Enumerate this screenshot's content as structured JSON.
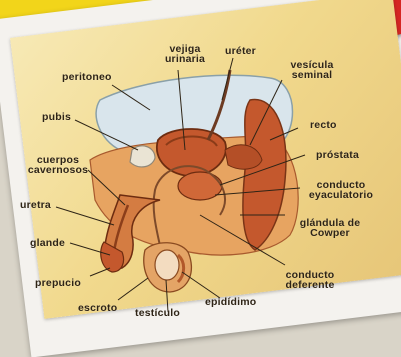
{
  "labels": {
    "vejiga": "vejiga urinaria",
    "ureter": "uréter",
    "vesicula": "vesícula seminal",
    "peritoneo": "peritoneo",
    "pubis": "pubis",
    "recto": "recto",
    "cuerpos": "cuerpos cavernosos",
    "prostata": "próstata",
    "uretra": "uretra",
    "conducto_eyac": "conducto eyaculatorio",
    "glandula": "glándula de Cowper",
    "glande": "glande",
    "prepucio": "prepucio",
    "conducto_def": "conducto deferente",
    "escroto": "escroto",
    "testiculo": "testículo",
    "epididimo": "epidídimo"
  },
  "colors": {
    "background_paper": "#f4f2ee",
    "plate": "#f1d98d",
    "tissue": "#d98a4d",
    "dark_tissue": "#9e4f2a",
    "bladder": "#c4582d",
    "label_text": "#2e2416",
    "pin": "#d52622"
  }
}
